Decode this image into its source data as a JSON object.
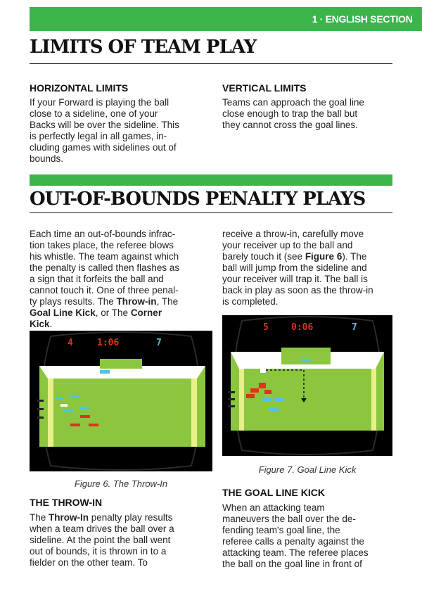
{
  "header": {
    "section_tab": "1 · ENGLISH SECTION"
  },
  "section1": {
    "title": "LIMITS OF TEAM PLAY",
    "horizontal": {
      "heading": "HORIZONTAL LIMITS",
      "lines": [
        "If your Forward is playing the ball",
        "close to a sideline, one of your",
        "Backs will be over the sideline. This",
        "is perfectly legal in all games, in-",
        "cluding games with sidelines out of",
        "bounds."
      ]
    },
    "vertical": {
      "heading": "VERTICAL LIMITS",
      "lines": [
        "Teams can approach the goal line",
        "close enough to trap the ball but",
        "they cannot cross the goal lines."
      ]
    }
  },
  "section2": {
    "title": "OUT-OF-BOUNDS PENALTY PLAYS",
    "intro": {
      "l1": "Each time an out-of-bounds infrac-",
      "l2": "tion takes place, the referee blows",
      "l3": "his whistle. The team against which",
      "l4": "the penalty is called then flashes as",
      "l5": "a sign that it forfeits the ball and",
      "l6": "cannot touch it. One of three penal-",
      "l7a": "ty plays results. The ",
      "throw_in": "Throw-in",
      "l7b": ", The",
      "goal_line_kick": "Goal Line Kick",
      "l8a": ", or The ",
      "corner": "Corner",
      "kick": "Kick",
      "l9b": "."
    },
    "right_col": {
      "r1": "receive a throw-in, carefully move",
      "r2": "your receiver up to the ball and",
      "r3a": "barely touch it (see ",
      "fig_ref": "Figure 6",
      "r3b": "). The",
      "r4": "ball will jump from the sideline and",
      "r5": "your receiver will trap it. The ball is",
      "r6": "back in play as soon as the throw-in",
      "r7": "is completed."
    },
    "fig6": {
      "caption": "Figure 6. The Throw-In",
      "score_left": "4",
      "clock": "1:06",
      "score_right": "7"
    },
    "fig7": {
      "caption": "Figure 7. Goal Line Kick",
      "score_left": "5",
      "clock": "0:06",
      "score_right": "7"
    },
    "throw_in_section": {
      "heading": "THE THROW-IN",
      "t1a": "The ",
      "t1_bold": "Throw-In",
      "t1b": " penalty play results",
      "t2": "when a team drives the ball over a",
      "t3": "sideline. At the point the ball went",
      "t4": "out of bounds, it is thrown in to a",
      "t5": "fielder on the other team. To"
    },
    "goal_line_section": {
      "heading": "THE GOAL LINE KICK",
      "lines": [
        "When an attacking team",
        "maneuvers the ball over the de-",
        "fending team's goal line, the",
        "referee calls a penalty against the",
        "attacking team. The referee places",
        "the ball on the goal line in front of"
      ]
    }
  },
  "colors": {
    "accent_green": "#3bb54a",
    "field_green": "#8cc63f",
    "team_red": "#e0321c",
    "team_cyan": "#4fc3e0"
  }
}
